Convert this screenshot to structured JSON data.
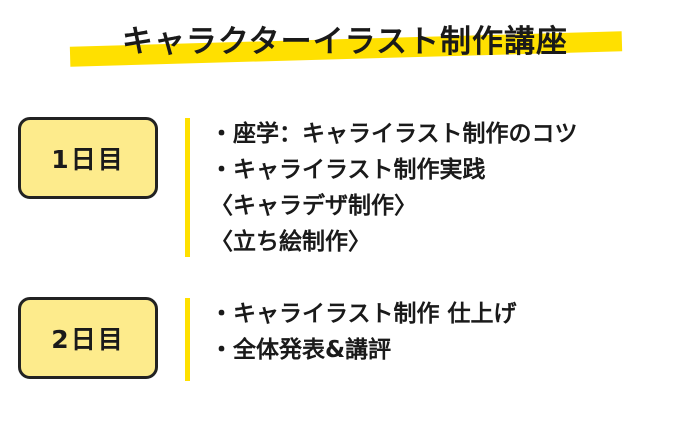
{
  "title": "キャラクターイラスト制作講座",
  "colors": {
    "highlight": "#ffe000",
    "day_box_fill": "#fdeb8c",
    "outline": "#222222",
    "text": "#1a1a1a"
  },
  "days": [
    {
      "label": "1日目",
      "items": [
        "・座学：キャライラスト制作のコツ",
        "・キャライラスト制作実践",
        "〈キャラデザ制作〉",
        "〈立ち絵制作〉"
      ]
    },
    {
      "label": "2日目",
      "items": [
        "・キャライラスト制作 仕上げ",
        "・全体発表&講評"
      ]
    }
  ]
}
